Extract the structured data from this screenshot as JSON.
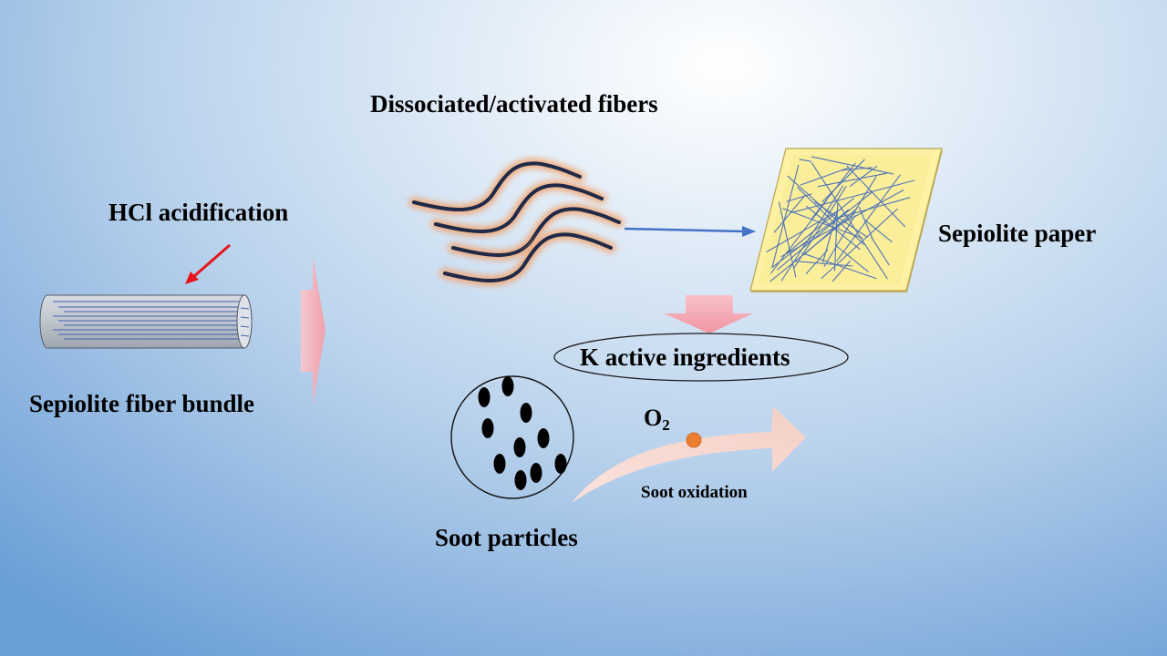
{
  "labels": {
    "dissociated_fibers": "Dissociated/activated fibers",
    "hcl_acidification": "HCl acidification",
    "fiber_bundle": "Sepiolite fiber bundle",
    "sepiolite_paper": "Sepiolite paper",
    "k_active": "K active ingredients",
    "o2_main": "O",
    "o2_sub": "2",
    "soot_oxidation": "Soot oxidation",
    "soot_particles": "Soot particles"
  },
  "colors": {
    "hcl_arrow": "#e8141b",
    "process_arrow": "#4472c4",
    "big_arrow": "#f7a8b0",
    "paper_fill": "#fdf2a3",
    "paper_fiber": "#4f74b8",
    "fiber_stroke": "#1e2a48",
    "fiber_glow": "#f2a571",
    "o2_dot": "#ed7d31",
    "bundle_fill": "#b8bec8",
    "bundle_line": "#3f62b0"
  },
  "icons": {
    "hcl_arrow": "red-diagonal-arrow-icon",
    "process_arrow": "blue-right-arrow-icon",
    "big_right_arrow": "pink-right-block-arrow-icon",
    "big_down_arrow": "pink-down-block-arrow-icon",
    "oxidation_arrow": "curved-pink-arrow-icon"
  }
}
